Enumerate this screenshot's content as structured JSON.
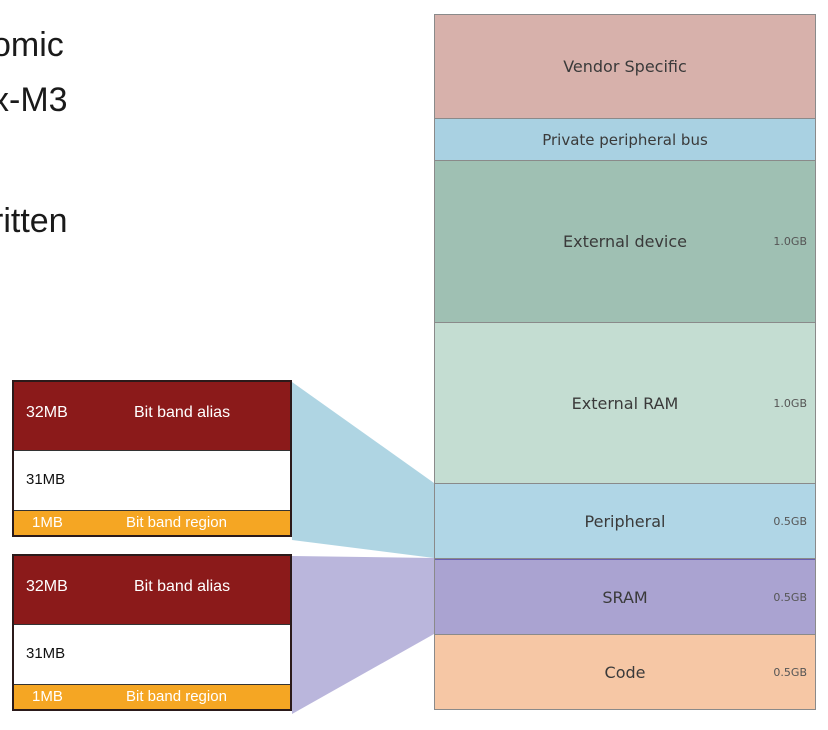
{
  "slide_text": [
    "omic",
    "x-M3",
    "",
    "ritten"
  ],
  "memory_map": [
    {
      "label": "Vendor Specific",
      "size": "",
      "color": "#d7b1ab"
    },
    {
      "label": "Private peripheral bus",
      "size": "",
      "color": "#a9d1e2"
    },
    {
      "label": "External device",
      "size": "1.0GB",
      "color": "#9fc0b3"
    },
    {
      "label": "External RAM",
      "size": "1.0GB",
      "color": "#c4ddd2"
    },
    {
      "label": "Peripheral",
      "size": "0.5GB",
      "color": "#b0d6e6"
    },
    {
      "label": "SRAM",
      "size": "0.5GB",
      "color": "#aaa3d1"
    },
    {
      "label": "Code",
      "size": "0.5GB",
      "color": "#f6c7a5"
    }
  ],
  "bitband_boxes": [
    {
      "alias_size": "32MB",
      "alias_label": "Bit band alias",
      "mid_size": "31MB",
      "region_size": "1MB",
      "region_label": "Bit band region"
    },
    {
      "alias_size": "32MB",
      "alias_label": "Bit band alias",
      "mid_size": "31MB",
      "region_size": "1MB",
      "region_label": "Bit band region"
    }
  ],
  "colors": {
    "alias": "#8b1a1a",
    "region": "#f5a623",
    "connector_peripheral": "#a6d0e0",
    "connector_sram": "#b3aed8"
  }
}
